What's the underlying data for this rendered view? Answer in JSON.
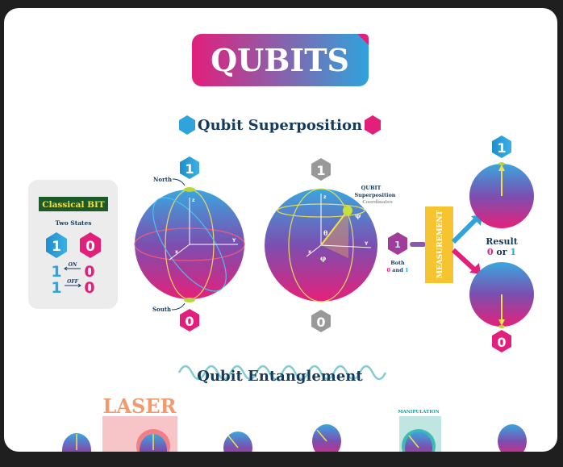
{
  "title": "QUBITS",
  "superposition": {
    "heading": "Qubit Superposition",
    "classical_bit": {
      "title": "Classical BIT",
      "subtitle": "Two States",
      "state_one": "1",
      "state_zero": "0",
      "on_label": "ON",
      "off_label": "OFF"
    },
    "bloch_sphere": {
      "north_label": "North",
      "south_label": "South",
      "top_state": "1",
      "bottom_state": "0",
      "axis_z": "z",
      "axis_x": "x",
      "axis_y": "Y"
    },
    "coordinates_sphere": {
      "top_state": "1",
      "bottom_state": "0",
      "label_qubit": "QUBIT",
      "label_superposition": "Superposition",
      "label_coordinates": "Coordinates",
      "theta": "θ",
      "phi": "φ",
      "psi": "ψ",
      "axis_z": "z",
      "axis_x": "x",
      "axis_y": "Y"
    },
    "both": {
      "line1": "Both",
      "zero": "0",
      "and": "and",
      "one": "1"
    },
    "measurement": "MEASUREMENT",
    "result": {
      "title": "Result",
      "zero": "0",
      "or": "or",
      "one": "1"
    },
    "result_top_state": "1",
    "result_bottom_state": "0"
  },
  "entanglement": {
    "heading": "Qubit Entanglement",
    "laser": "LASER",
    "manipulation": "MANIPULATION"
  },
  "colors": {
    "pink": "#e21f7b",
    "blue": "#2fa3dc",
    "navy": "#163a5c",
    "yellow": "#f6c431",
    "gray": "#8c8c8c"
  }
}
